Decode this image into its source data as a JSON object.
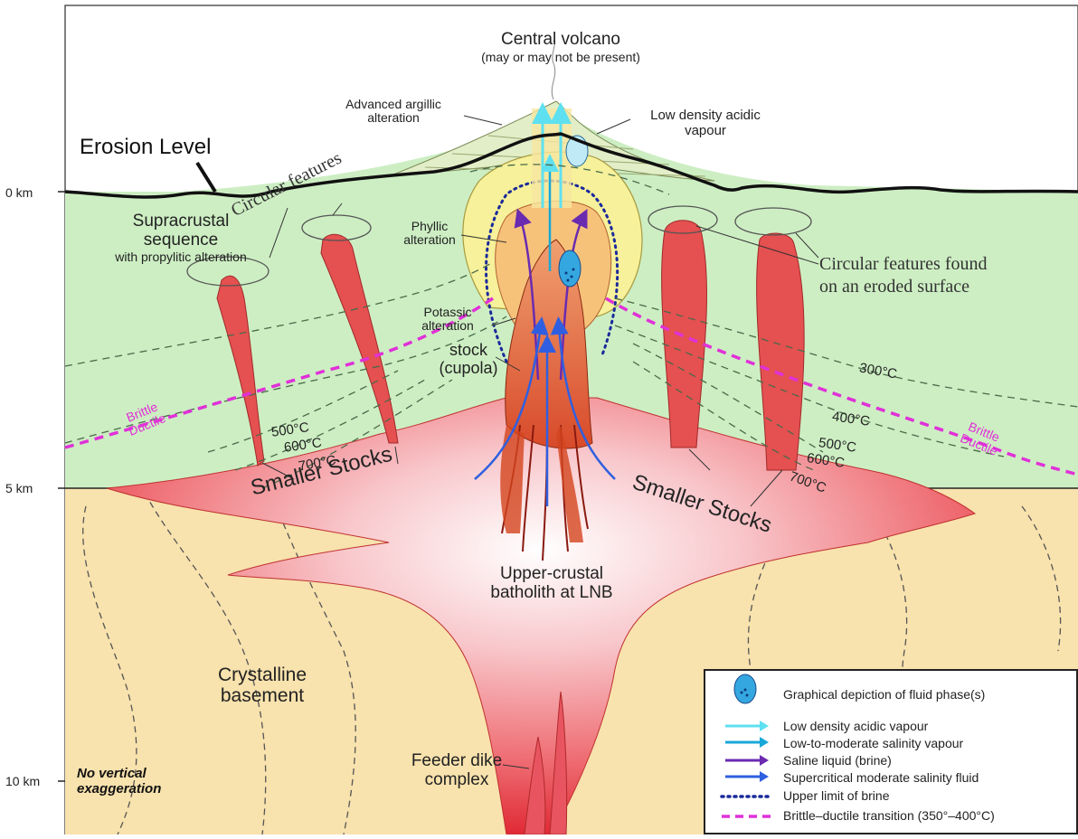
{
  "axis": {
    "ticks": [
      "0 km",
      "5 km",
      "10 km"
    ]
  },
  "labels": {
    "central_volcano": "Central volcano",
    "central_volcano_note": "(may or may not be present)",
    "advanced_argillic": [
      "Advanced argillic",
      "alteration"
    ],
    "low_density_vapour": [
      "Low density acidic",
      "vapour"
    ],
    "erosion_level": "Erosion Level",
    "supracrustal": [
      "Supracrustal",
      "sequence",
      "with propylitic alteration"
    ],
    "circular_features": "Circular features",
    "phyllic": [
      "Phyllic",
      "alteration"
    ],
    "circular_eroded": [
      "Circular features found",
      "on an eroded surface"
    ],
    "potassic": [
      "Potassic",
      "alteration"
    ],
    "stock": [
      "stock",
      "(cupola)"
    ],
    "temp_300": "300°C",
    "temp_400": "400°C",
    "temp_500_left": "500°C",
    "temp_600_left": "600°C",
    "temp_700_left": "700°C",
    "temp_500_right": "500°C",
    "temp_600_right": "600°C",
    "temp_700_right": "700°C",
    "brittle_ductile_left": [
      "Brittle",
      "Ductile"
    ],
    "brittle_ductile_right": [
      "Brittle",
      "Ductile"
    ],
    "smaller_stocks_left": "Smaller Stocks",
    "smaller_stocks_right": "Smaller Stocks",
    "batholith": [
      "Upper-crustal",
      "batholith at LNB"
    ],
    "crystalline": [
      "Crystalline",
      "basement"
    ],
    "no_vertical": [
      "No vertical",
      "exaggeration"
    ],
    "feeder": [
      "Feeder dike",
      "complex"
    ]
  },
  "legend": {
    "items": [
      {
        "label": "Graphical depiction of fluid phase(s)",
        "symbol": "fluid-bubble",
        "color": "#35a7e0"
      },
      {
        "label": "Low density acidic vapour",
        "symbol": "arrow",
        "color": "#5fe0f0"
      },
      {
        "label": "Low-to-moderate salinity vapour",
        "symbol": "arrow",
        "color": "#18a8d8"
      },
      {
        "label": "Saline liquid (brine)",
        "symbol": "arrow",
        "color": "#6a2bb0"
      },
      {
        "label": "Supercritical moderate salinity fluid",
        "symbol": "arrow",
        "color": "#2f5fe0"
      },
      {
        "label": "Upper limit of brine",
        "symbol": "dotted-line",
        "color": "#1a2a9a"
      },
      {
        "label": "Brittle–ductile transition (350°–400°C)",
        "symbol": "dashed-line",
        "color": "#e030d8"
      }
    ]
  },
  "colors": {
    "supracrustal": "#cdeec3",
    "basement": "#f8e2ad",
    "batholith": "#e84b55",
    "stocks": "#e55050",
    "phyllic": "#f6f19a",
    "potassic": "#f3a060",
    "brittle_ductile": "#e030d8",
    "brine_limit": "#1a2a9a"
  }
}
